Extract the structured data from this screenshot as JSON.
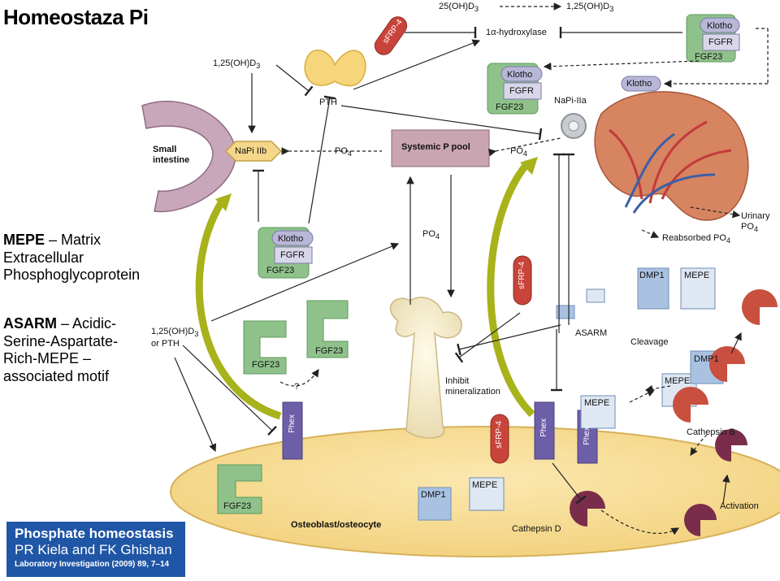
{
  "title": "Homeostaza Pi",
  "legend": {
    "mepe_abbr": "MEPE",
    "mepe_def_1": " – Matrix",
    "mepe_def_2": "Extracellular",
    "mepe_def_3": "Phosphoglycoprotein",
    "asarm_abbr": "ASARM",
    "asarm_def_1": " – Acidic-",
    "asarm_def_2": "Serine-Aspartate-",
    "asarm_def_3": "Rich-MEPE –",
    "asarm_def_4": "associated motif"
  },
  "citation": {
    "line1": "Phosphate homeostasis",
    "line2": "PR Kiela and FK Ghishan",
    "line3": "Laboratory Investigation (2009) 89, 7–14"
  },
  "diagram": {
    "vitd_25": "25(OH)D",
    "vitd_125_top": "1,25(OH)D",
    "alpha_hydroxylase": "1α-hydroxylase",
    "vitd_125_left": "1,25(OH)D",
    "pth": "PTH",
    "small_intestine": "Small intestine",
    "napi_iib": "NaPi IIb",
    "po4": "PO",
    "systemic_pool": "Systemic P pool",
    "napi_iia": "NaPi-IIa",
    "klotho": "Klotho",
    "fgfr": "FGFR",
    "fgf23": "FGF23",
    "urinary_po4": "Urinary PO",
    "reabsorbed_po4": "Reabsorbed PO",
    "vitd_or_pth_1": "1,25(OH)D",
    "vitd_or_pth_2": "or PTH",
    "question": "?",
    "sfrp4": "sFRP-4",
    "asarm": "ASARM",
    "inhibit_min_1": "Inhibit",
    "inhibit_min_2": "mineralization",
    "dmp1": "DMP1",
    "mepe": "MEPE",
    "cleavage": "Cleavage",
    "cathepsin_b": "Cathepsin B",
    "activation": "Activation",
    "cathepsin_d": "Cathepsin D",
    "phex": "Phex",
    "osteoblast": "Osteoblast/osteocyte"
  },
  "colors": {
    "fgf23_green": "#8fc28b",
    "klotho_lavender": "#b9b7d8",
    "phex_purple": "#6d5ea8",
    "sfrp4_red": "#c8443a",
    "mepe_blue": "#a9c2e2",
    "arrow_olive": "#a8b21a",
    "cell_yellow": "#f7dd96",
    "pool_mauve": "#c9a5b1",
    "cathepsin_maroon": "#7a2d4a"
  }
}
